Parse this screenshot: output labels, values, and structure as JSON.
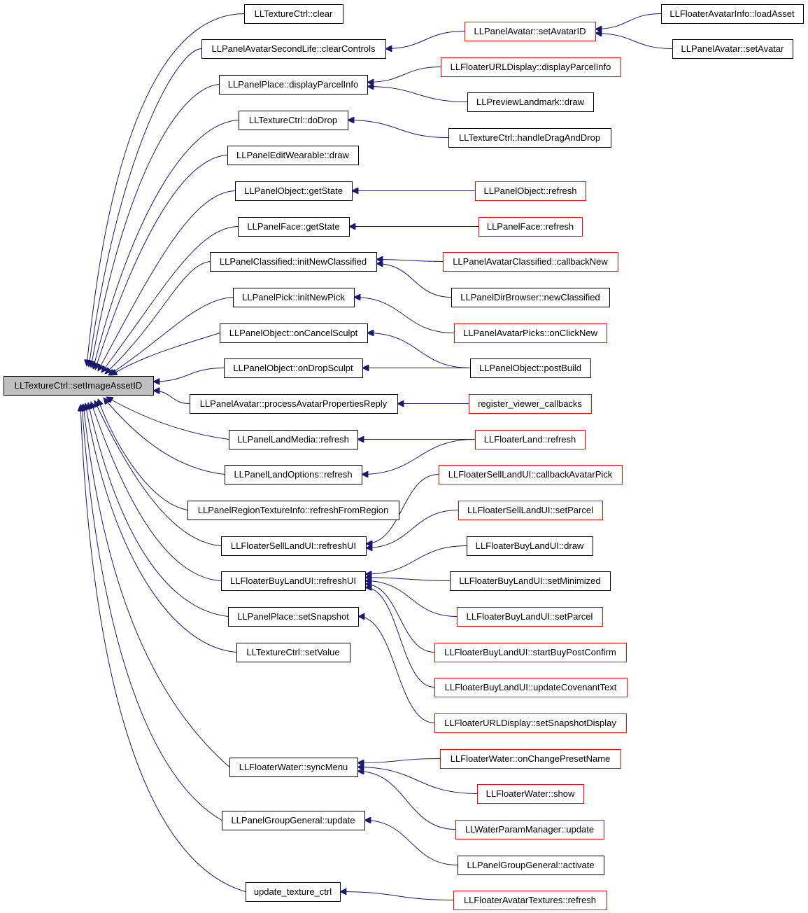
{
  "graph": {
    "root": "LLTextureCtrl::setImageAssetID",
    "colors": {
      "root_fill": "#bfbfbf",
      "box_border_default": "#000000",
      "box_border_truncated": "#ff0000",
      "edge": "#191970"
    },
    "nodes": [
      {
        "id": "n0",
        "label": "LLTextureCtrl::setImageAssetID",
        "style": "root"
      },
      {
        "id": "n1",
        "label": "LLTextureCtrl::clear",
        "style": "normal"
      },
      {
        "id": "n2",
        "label": "LLPanelAvatarSecondLife::clearControls",
        "style": "normal"
      },
      {
        "id": "n3",
        "label": "LLPanelPlace::displayParcelInfo",
        "style": "normal"
      },
      {
        "id": "n4",
        "label": "LLTextureCtrl::doDrop",
        "style": "normal"
      },
      {
        "id": "n5",
        "label": "LLPanelEditWearable::draw",
        "style": "normal"
      },
      {
        "id": "n6",
        "label": "LLPanelObject::getState",
        "style": "normal"
      },
      {
        "id": "n7",
        "label": "LLPanelFace::getState",
        "style": "normal"
      },
      {
        "id": "n8",
        "label": "LLPanelClassified::initNewClassified",
        "style": "normal"
      },
      {
        "id": "n9",
        "label": "LLPanelPick::initNewPick",
        "style": "normal"
      },
      {
        "id": "n10",
        "label": "LLPanelObject::onCancelSculpt",
        "style": "normal"
      },
      {
        "id": "n11",
        "label": "LLPanelObject::onDropSculpt",
        "style": "normal"
      },
      {
        "id": "n12",
        "label": "LLPanelAvatar::processAvatarPropertiesReply",
        "style": "normal"
      },
      {
        "id": "n13",
        "label": "LLPanelLandMedia::refresh",
        "style": "normal"
      },
      {
        "id": "n14",
        "label": "LLPanelLandOptions::refresh",
        "style": "normal"
      },
      {
        "id": "n15",
        "label": "LLPanelRegionTextureInfo::refreshFromRegion",
        "style": "normal"
      },
      {
        "id": "n16",
        "label": "LLFloaterSellLandUI::refreshUI",
        "style": "normal"
      },
      {
        "id": "n17",
        "label": "LLFloaterBuyLandUI::refreshUI",
        "style": "normal"
      },
      {
        "id": "n18",
        "label": "LLPanelPlace::setSnapshot",
        "style": "normal"
      },
      {
        "id": "n19",
        "label": "LLTextureCtrl::setValue",
        "style": "normal"
      },
      {
        "id": "n20",
        "label": "LLFloaterWater::syncMenu",
        "style": "normal"
      },
      {
        "id": "n21",
        "label": "LLPanelGroupGeneral::update",
        "style": "normal"
      },
      {
        "id": "n22",
        "label": "update_texture_ctrl",
        "style": "normal"
      },
      {
        "id": "n23",
        "label": "LLPanelAvatar::setAvatarID",
        "style": "truncated"
      },
      {
        "id": "n24",
        "label": "LLFloaterAvatarInfo::loadAsset",
        "style": "normal"
      },
      {
        "id": "n25",
        "label": "LLPanelAvatar::setAvatar",
        "style": "normal"
      },
      {
        "id": "n26",
        "label": "LLFloaterURLDisplay::displayParcelInfo",
        "style": "truncated"
      },
      {
        "id": "n27",
        "label": "LLPreviewLandmark::draw",
        "style": "normal"
      },
      {
        "id": "n28",
        "label": "LLTextureCtrl::handleDragAndDrop",
        "style": "normal"
      },
      {
        "id": "n29",
        "label": "LLPanelObject::refresh",
        "style": "truncated"
      },
      {
        "id": "n30",
        "label": "LLPanelFace::refresh",
        "style": "truncated"
      },
      {
        "id": "n31",
        "label": "LLPanelAvatarClassified::callbackNew",
        "style": "truncated"
      },
      {
        "id": "n32",
        "label": "LLPanelDirBrowser::newClassified",
        "style": "normal"
      },
      {
        "id": "n33",
        "label": "LLPanelAvatarPicks::onClickNew",
        "style": "truncated"
      },
      {
        "id": "n34",
        "label": "LLPanelObject::postBuild",
        "style": "normal"
      },
      {
        "id": "n35",
        "label": "register_viewer_callbacks",
        "style": "truncated"
      },
      {
        "id": "n36",
        "label": "LLFloaterLand::refresh",
        "style": "truncated"
      },
      {
        "id": "n37",
        "label": "LLFloaterSellLandUI::callbackAvatarPick",
        "style": "truncated"
      },
      {
        "id": "n38",
        "label": "LLFloaterSellLandUI::setParcel",
        "style": "truncated"
      },
      {
        "id": "n39",
        "label": "LLFloaterBuyLandUI::draw",
        "style": "normal"
      },
      {
        "id": "n40",
        "label": "LLFloaterBuyLandUI::setMinimized",
        "style": "normal"
      },
      {
        "id": "n41",
        "label": "LLFloaterBuyLandUI::setParcel",
        "style": "truncated"
      },
      {
        "id": "n42",
        "label": "LLFloaterBuyLandUI::startBuyPostConfirm",
        "style": "truncated"
      },
      {
        "id": "n43",
        "label": "LLFloaterBuyLandUI::updateCovenantText",
        "style": "truncated"
      },
      {
        "id": "n44",
        "label": "LLFloaterURLDisplay::setSnapshotDisplay",
        "style": "truncated"
      },
      {
        "id": "n45",
        "label": "LLFloaterWater::onChangePresetName",
        "style": "truncated"
      },
      {
        "id": "n46",
        "label": "LLFloaterWater::show",
        "style": "truncated"
      },
      {
        "id": "n47",
        "label": "LLWaterParamManager::update",
        "style": "truncated"
      },
      {
        "id": "n48",
        "label": "LLPanelGroupGeneral::activate",
        "style": "normal"
      },
      {
        "id": "n49",
        "label": "LLFloaterAvatarTextures::refresh",
        "style": "truncated"
      }
    ],
    "edges": [
      {
        "from": "n1",
        "to": "n0"
      },
      {
        "from": "n2",
        "to": "n0"
      },
      {
        "from": "n3",
        "to": "n0"
      },
      {
        "from": "n4",
        "to": "n0"
      },
      {
        "from": "n5",
        "to": "n0"
      },
      {
        "from": "n6",
        "to": "n0"
      },
      {
        "from": "n7",
        "to": "n0"
      },
      {
        "from": "n8",
        "to": "n0"
      },
      {
        "from": "n9",
        "to": "n0"
      },
      {
        "from": "n10",
        "to": "n0"
      },
      {
        "from": "n11",
        "to": "n0"
      },
      {
        "from": "n12",
        "to": "n0"
      },
      {
        "from": "n13",
        "to": "n0"
      },
      {
        "from": "n14",
        "to": "n0"
      },
      {
        "from": "n15",
        "to": "n0"
      },
      {
        "from": "n16",
        "to": "n0"
      },
      {
        "from": "n17",
        "to": "n0"
      },
      {
        "from": "n18",
        "to": "n0"
      },
      {
        "from": "n19",
        "to": "n0"
      },
      {
        "from": "n20",
        "to": "n0"
      },
      {
        "from": "n21",
        "to": "n0"
      },
      {
        "from": "n22",
        "to": "n0"
      },
      {
        "from": "n23",
        "to": "n2"
      },
      {
        "from": "n24",
        "to": "n23"
      },
      {
        "from": "n25",
        "to": "n23"
      },
      {
        "from": "n26",
        "to": "n3"
      },
      {
        "from": "n27",
        "to": "n3"
      },
      {
        "from": "n28",
        "to": "n4"
      },
      {
        "from": "n29",
        "to": "n6"
      },
      {
        "from": "n30",
        "to": "n7"
      },
      {
        "from": "n31",
        "to": "n8"
      },
      {
        "from": "n32",
        "to": "n8"
      },
      {
        "from": "n33",
        "to": "n9"
      },
      {
        "from": "n34",
        "to": "n10"
      },
      {
        "from": "n34",
        "to": "n11"
      },
      {
        "from": "n35",
        "to": "n12"
      },
      {
        "from": "n36",
        "to": "n13"
      },
      {
        "from": "n36",
        "to": "n14"
      },
      {
        "from": "n37",
        "to": "n16"
      },
      {
        "from": "n38",
        "to": "n16"
      },
      {
        "from": "n39",
        "to": "n17"
      },
      {
        "from": "n40",
        "to": "n17"
      },
      {
        "from": "n41",
        "to": "n17"
      },
      {
        "from": "n42",
        "to": "n17"
      },
      {
        "from": "n43",
        "to": "n17"
      },
      {
        "from": "n44",
        "to": "n18"
      },
      {
        "from": "n45",
        "to": "n20"
      },
      {
        "from": "n46",
        "to": "n20"
      },
      {
        "from": "n47",
        "to": "n20"
      },
      {
        "from": "n48",
        "to": "n21"
      },
      {
        "from": "n49",
        "to": "n22"
      }
    ]
  }
}
